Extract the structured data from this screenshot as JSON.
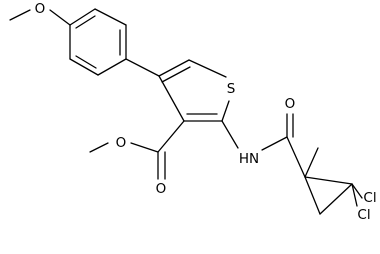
{
  "molecule": {
    "atom_labels": {
      "methoxy_oxygen": "O",
      "thiophene_sulfur": "S",
      "ester_ether_oxygen": "O",
      "ester_carbonyl_oxygen": "O",
      "amide_nitrogen": "HN",
      "amide_carbonyl_oxygen": "O",
      "chlorine_top": "Cl",
      "chlorine_bottom": "Cl"
    },
    "colors": {
      "bond": "#000000",
      "label": "#000000",
      "background": "#ffffff"
    }
  }
}
